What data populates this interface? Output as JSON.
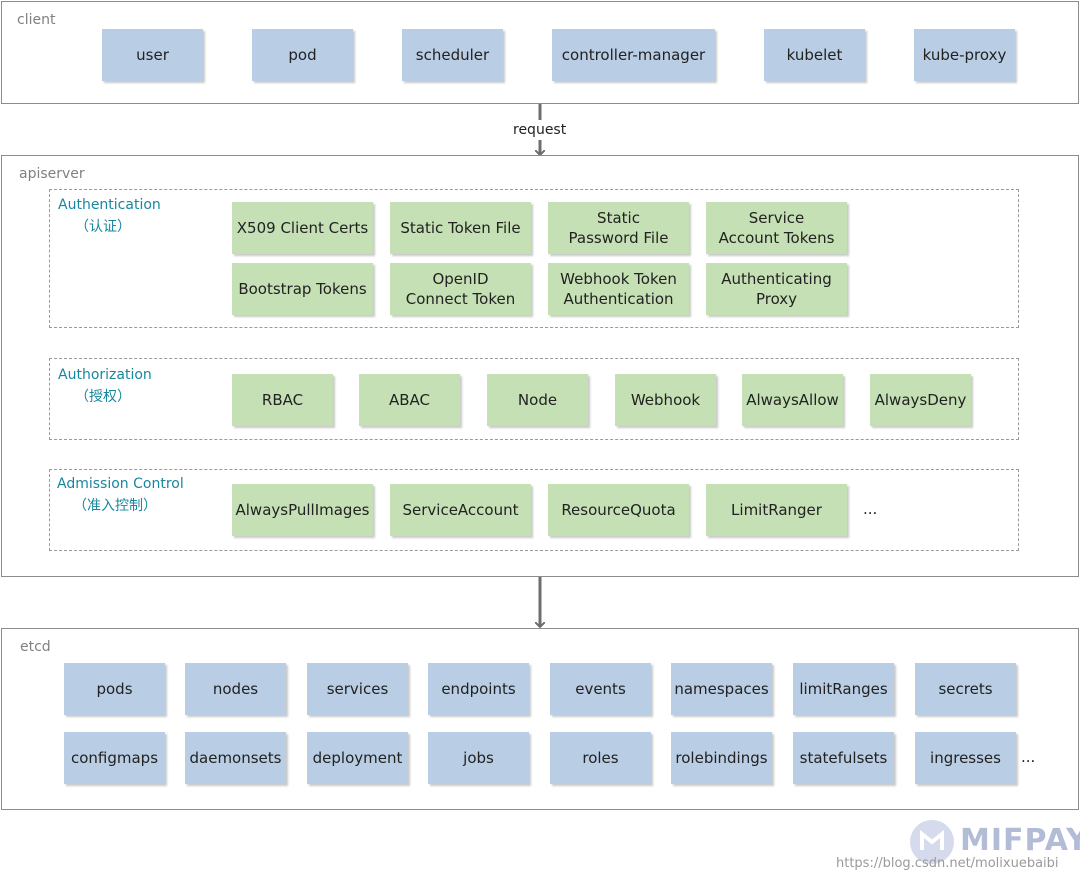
{
  "client": {
    "label": "client",
    "items": [
      "user",
      "pod",
      "scheduler",
      "controller-manager",
      "kubelet",
      "kube-proxy"
    ]
  },
  "request_label": "request",
  "apiserver": {
    "label": "apiserver",
    "authentication": {
      "title": "Authentication",
      "subtitle": "（认证）",
      "items": [
        "X509 Client Certs",
        "Static Token File",
        "Static Password File",
        "Service Account Tokens",
        "Bootstrap Tokens",
        "OpenID Connect Token",
        "Webhook Token Authentication",
        "Authenticating Proxy"
      ]
    },
    "authorization": {
      "title": "Authorization",
      "subtitle": "（授权）",
      "items": [
        "RBAC",
        "ABAC",
        "Node",
        "Webhook",
        "AlwaysAllow",
        "AlwaysDeny"
      ]
    },
    "admission": {
      "title": "Admission Control",
      "subtitle": "（准入控制）",
      "items": [
        "AlwaysPullImages",
        "ServiceAccount",
        "ResourceQuota",
        "LimitRanger"
      ],
      "more": "..."
    }
  },
  "etcd": {
    "label": "etcd",
    "row1": [
      "pods",
      "nodes",
      "services",
      "endpoints",
      "events",
      "namespaces",
      "limitRanges",
      "secrets"
    ],
    "row2": [
      "configmaps",
      "daemonsets",
      "deployment",
      "jobs",
      "roles",
      "rolebindings",
      "statefulsets",
      "ingresses"
    ],
    "more": "..."
  },
  "watermark": {
    "brand": "MIFPAY",
    "url": "https://blog.csdn.net/molixuebaibi"
  },
  "colors": {
    "blue_box": "#b9cde4",
    "green_box": "#c5e0b4",
    "section_title": "#17879e",
    "panel_border": "#8c8c8c",
    "arrow": "#6e6e6e"
  }
}
